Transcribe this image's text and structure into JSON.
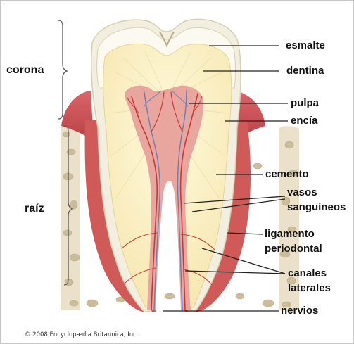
{
  "labels": {
    "corona": "corona",
    "raiz": "raíz",
    "esmalte": "esmalte",
    "dentina": "dentina",
    "pulpa": "pulpa",
    "encia": "encía",
    "cemento": "cemento",
    "vasos_line1": "vasos",
    "vasos_line2": "sanguíneos",
    "ligamento_line1": "ligamento",
    "ligamento_line2": "periodontal",
    "canales_line1": "canales",
    "canales_line2": "laterales",
    "nervios": "nervios"
  },
  "copyright": "© 2008 Encyclopædia Britannica, Inc.",
  "colors": {
    "enamel": "#f4f1e4",
    "dentin": "#faf0c4",
    "pulp": "#e9a69e",
    "gum": "#c74b4d",
    "bone": "#ebe1cb",
    "bone_spots": "#cbbd9b",
    "vessel_red": "#c33a37",
    "vessel_blue": "#6a7cb4"
  }
}
